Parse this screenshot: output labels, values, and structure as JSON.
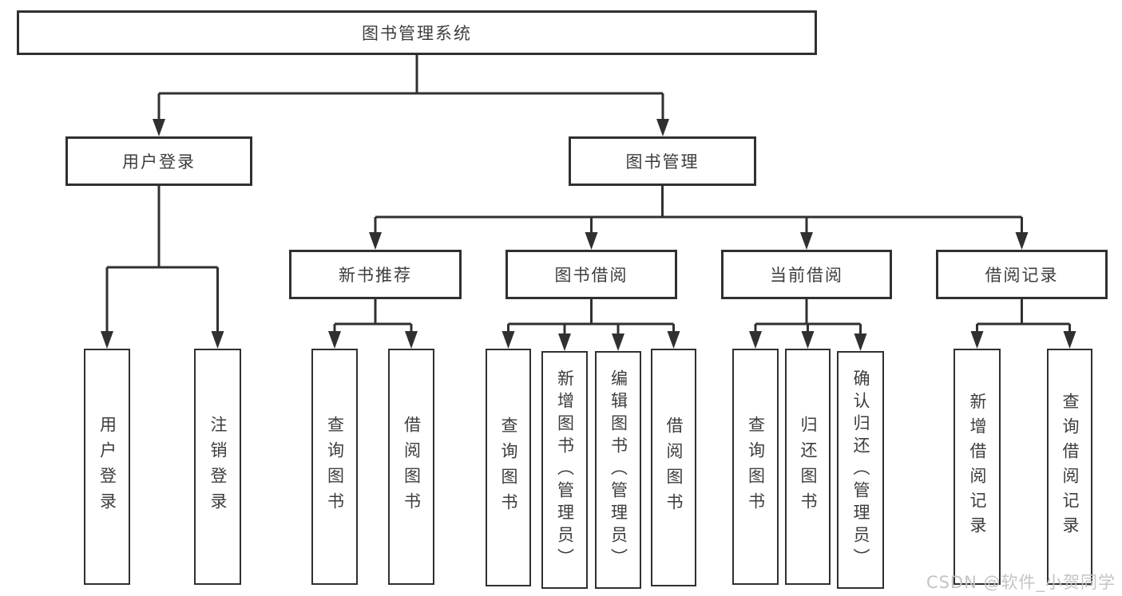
{
  "diagram": {
    "root": "图书管理系统",
    "user_login_branch": {
      "label": "用户登录",
      "children": [
        "用户登录",
        "注销登录"
      ]
    },
    "book_mgmt_branch": {
      "label": "图书管理",
      "sections": [
        {
          "label": "新书推荐",
          "children": [
            "查询图书",
            "借阅图书"
          ]
        },
        {
          "label": "图书借阅",
          "children": [
            "查询图书",
            "新增图书（管理员）",
            "编辑图书（管理员）",
            "借阅图书"
          ]
        },
        {
          "label": "当前借阅",
          "children": [
            "查询图书",
            "归还图书",
            "确认归还（管理员）"
          ]
        },
        {
          "label": "借阅记录",
          "children": [
            "新增借阅记录",
            "查询借阅记录"
          ]
        }
      ]
    }
  },
  "watermark": "CSDN @软件_小贺同学",
  "colors": {
    "line": "#303030",
    "text": "#3d3d3d",
    "watermark": "#c4c4c4",
    "background": "#ffffff"
  }
}
